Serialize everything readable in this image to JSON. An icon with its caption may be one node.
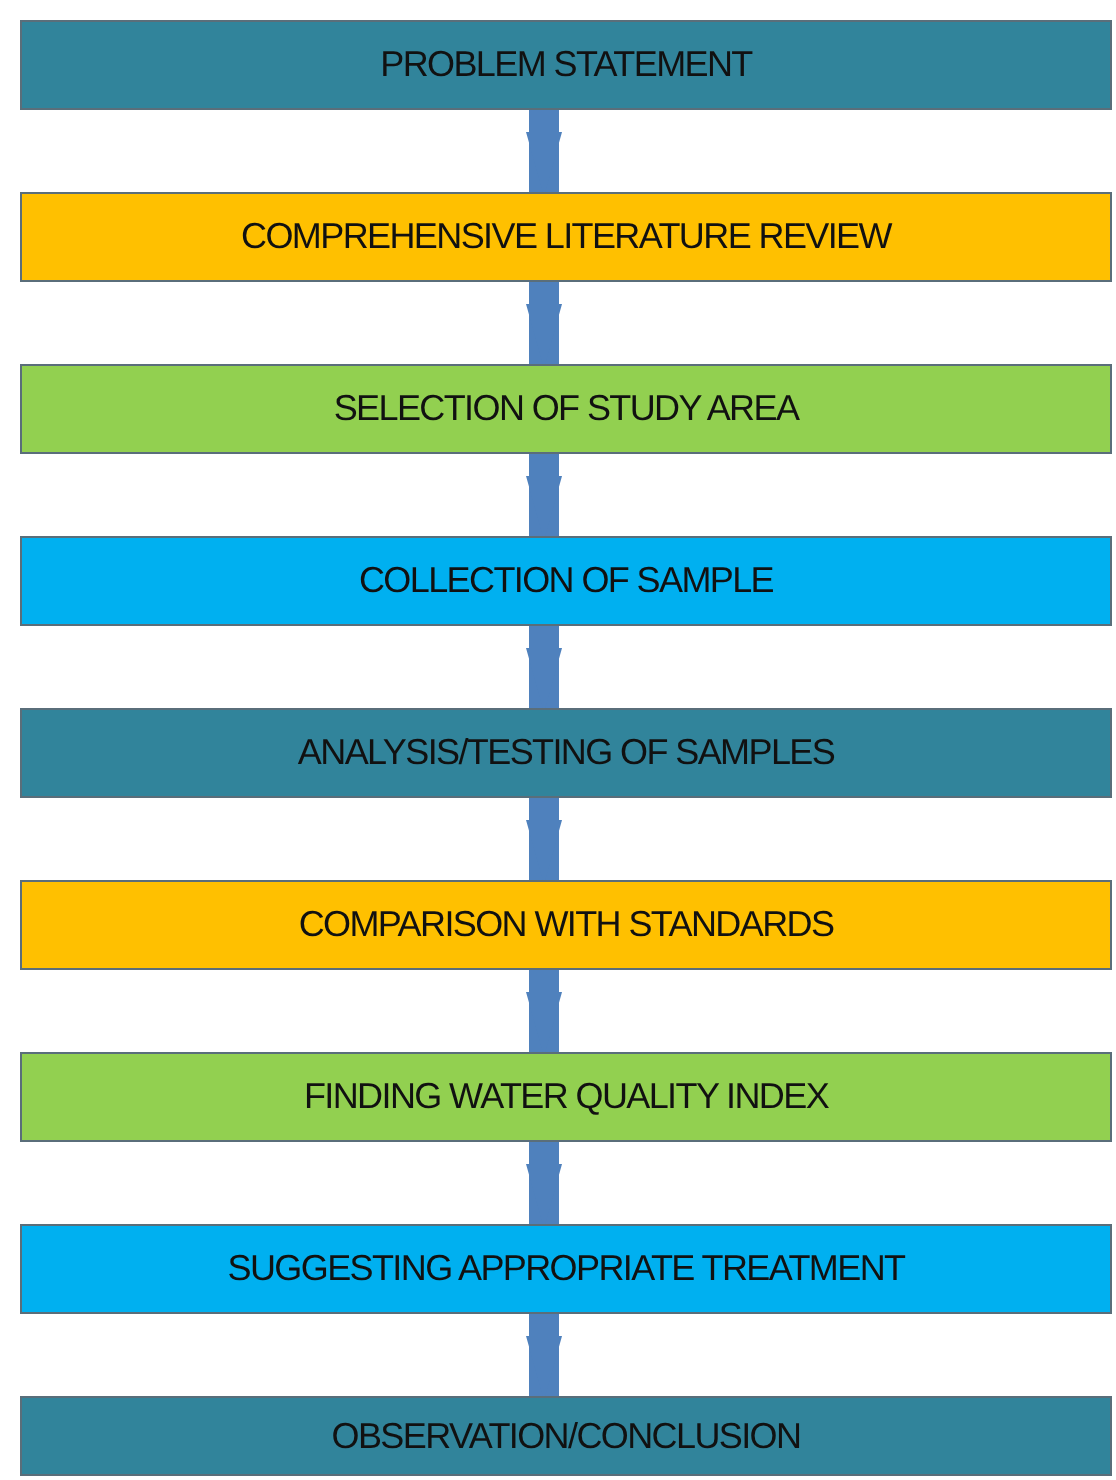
{
  "diagram": {
    "nodes": [
      {
        "text": [
          "PROBLEM STATEMENT"
        ]
      },
      {
        "text": [
          "COMPREHENSIVE LITERATURE REVIEW"
        ]
      },
      {
        "text": [
          "SELECTION OF STUDY AREA"
        ]
      },
      {
        "text": [
          "COLLECTION OF SAMPLE"
        ]
      },
      {
        "text": [
          "ANALYSIS/TESTING OF SAMPLES"
        ]
      },
      {
        "text": [
          "COMPARISON WITH STANDARDS"
        ]
      },
      {
        "text": [
          "FINDING WATER QUALITY INDEX"
        ]
      },
      {
        "text": [
          "SUGGESTING APPROPRIATE TREATMENT"
        ]
      },
      {
        "text": [
          "OBSERVATION/CONCLUSION"
        ]
      }
    ],
    "edges": [
      {
        "from": 0,
        "to": 1,
        "arrow": "to"
      },
      {
        "from": 1,
        "to": 2,
        "arrow": "to"
      },
      {
        "from": 2,
        "to": 3,
        "arrow": "to"
      },
      {
        "from": 3,
        "to": 4,
        "arrow": "to"
      },
      {
        "from": 4,
        "to": 5,
        "arrow": "to"
      },
      {
        "from": 5,
        "to": 6,
        "arrow": "to"
      },
      {
        "from": 6,
        "to": 7,
        "arrow": "to"
      },
      {
        "from": 7,
        "to": 8,
        "arrow": "to"
      }
    ]
  }
}
